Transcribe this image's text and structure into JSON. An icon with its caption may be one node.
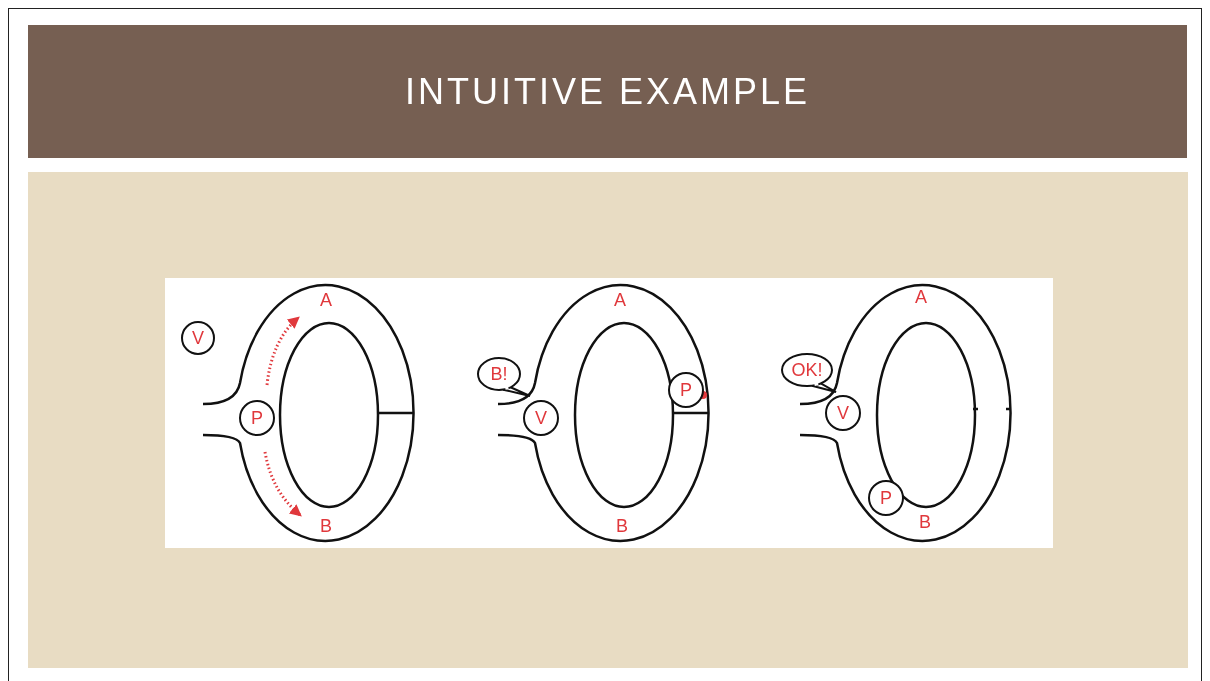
{
  "diagram": {
    "title": "INTUITIVE EXAMPLE",
    "nodes": [
      {
        "text": [
          "V"
        ]
      },
      {
        "text": [
          "P"
        ]
      },
      {
        "text": [
          "B!"
        ]
      },
      {
        "text": [
          "V"
        ]
      },
      {
        "text": [
          "P"
        ]
      },
      {
        "text": [
          "OK!"
        ]
      },
      {
        "text": [
          "V"
        ]
      },
      {
        "text": [
          "P"
        ]
      }
    ],
    "labels": [
      "A",
      "B",
      "A",
      "B",
      "A",
      "B"
    ]
  }
}
